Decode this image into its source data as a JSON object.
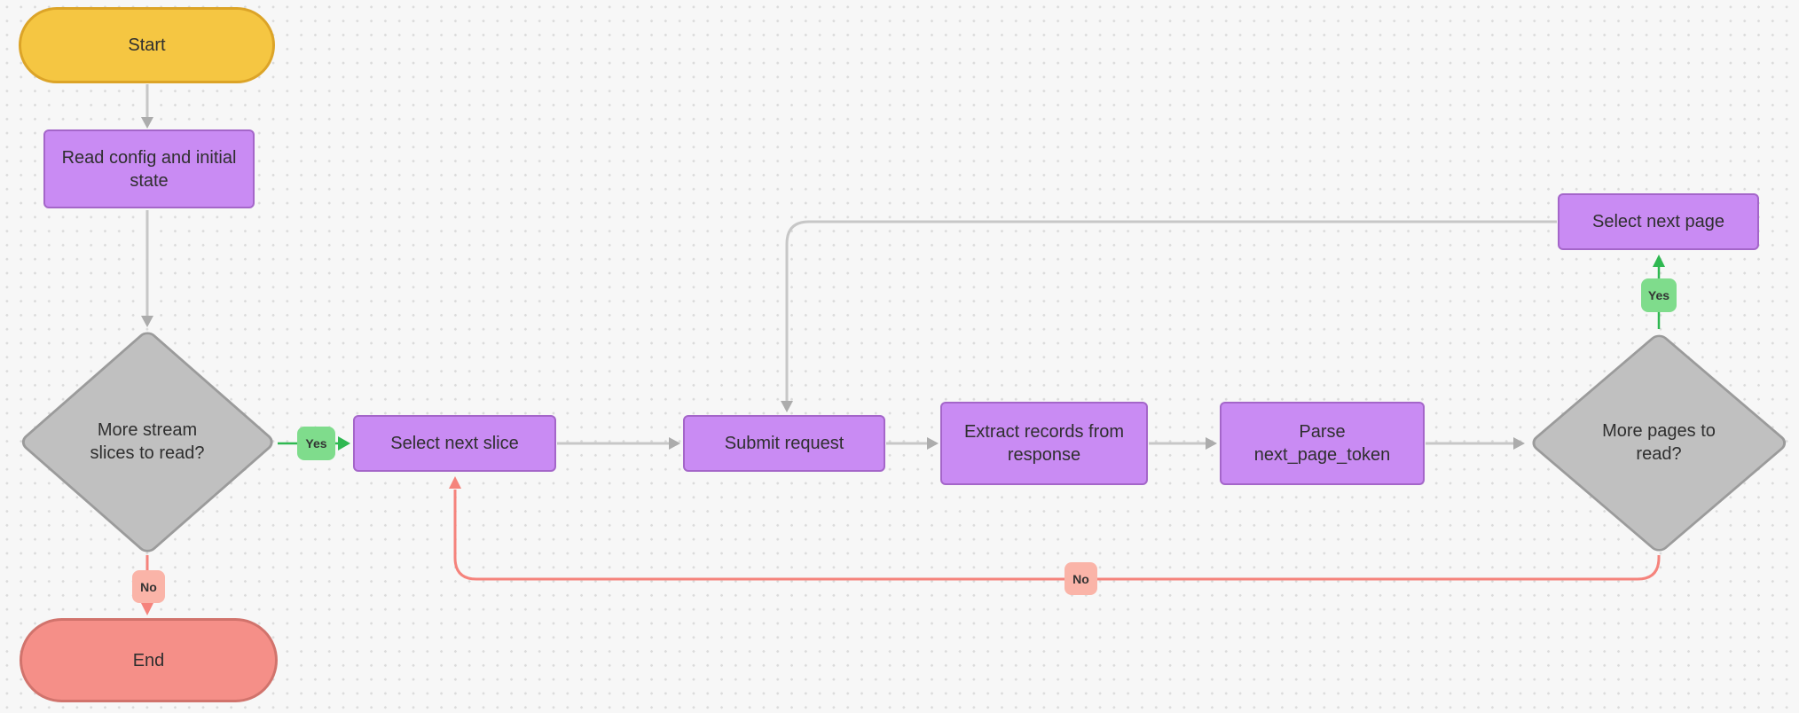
{
  "palette": {
    "background": "#F7F7F7",
    "grid_dot": "#DBDBDB",
    "edge_gray": "#C7C7C7",
    "arrow_gray": "#ACACAC",
    "edge_green": "#2FB851",
    "edge_red": "#F5837C",
    "process_fill": "#C98BF3",
    "process_border": "#A466C9",
    "start_fill": "#F5C642",
    "start_border": "#DCA428",
    "end_fill": "#F58F88",
    "end_border": "#D1736C",
    "decision_fill": "#C0C0C0",
    "decision_border": "#9B9B9B",
    "label_yes_fill": "#7FDC8C",
    "label_no_fill": "#FAB4A8",
    "text": "#2F2F2F"
  },
  "flowchart": {
    "nodes": {
      "start": "Start",
      "read_config": "Read config and initial state",
      "more_slices_q": "More stream slices to read?",
      "select_next_slice": "Select next slice",
      "submit_request": "Submit request",
      "extract_records": "Extract records from response",
      "parse_next_page_token": "Parse next_page_token",
      "more_pages_q": "More pages to read?",
      "select_next_page": "Select next page",
      "end": "End"
    },
    "edge_labels": {
      "more_slices_yes": "Yes",
      "more_slices_no": "No",
      "more_pages_yes": "Yes",
      "more_pages_no": "No"
    }
  }
}
